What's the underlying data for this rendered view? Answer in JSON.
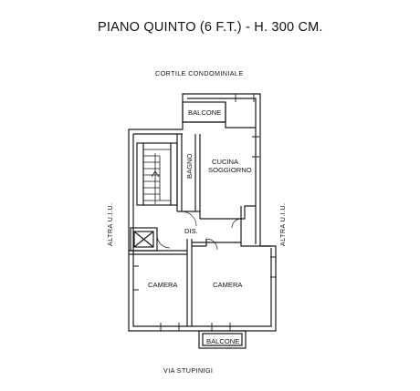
{
  "title": "PIANO QUINTO (6 F.T.) - H. 300 CM.",
  "surroundings": {
    "top": "CORTILE  CONDOMINIALE",
    "bottom": "VIA  STUPINIGI",
    "left": "ALTRA  U.I.U.",
    "right": "ALTRA  U.I.U."
  },
  "rooms": {
    "balcone_top": "BALCONE",
    "cucina_line1": "CUCINA",
    "cucina_line2": "SOGGIORNO",
    "bagno": "BAGNO",
    "dis": "DIS.",
    "camera_left": "CAMERA",
    "camera_right": "CAMERA",
    "balcone_bottom": "BALCONE"
  },
  "colors": {
    "line": "#1a1a1a"
  }
}
